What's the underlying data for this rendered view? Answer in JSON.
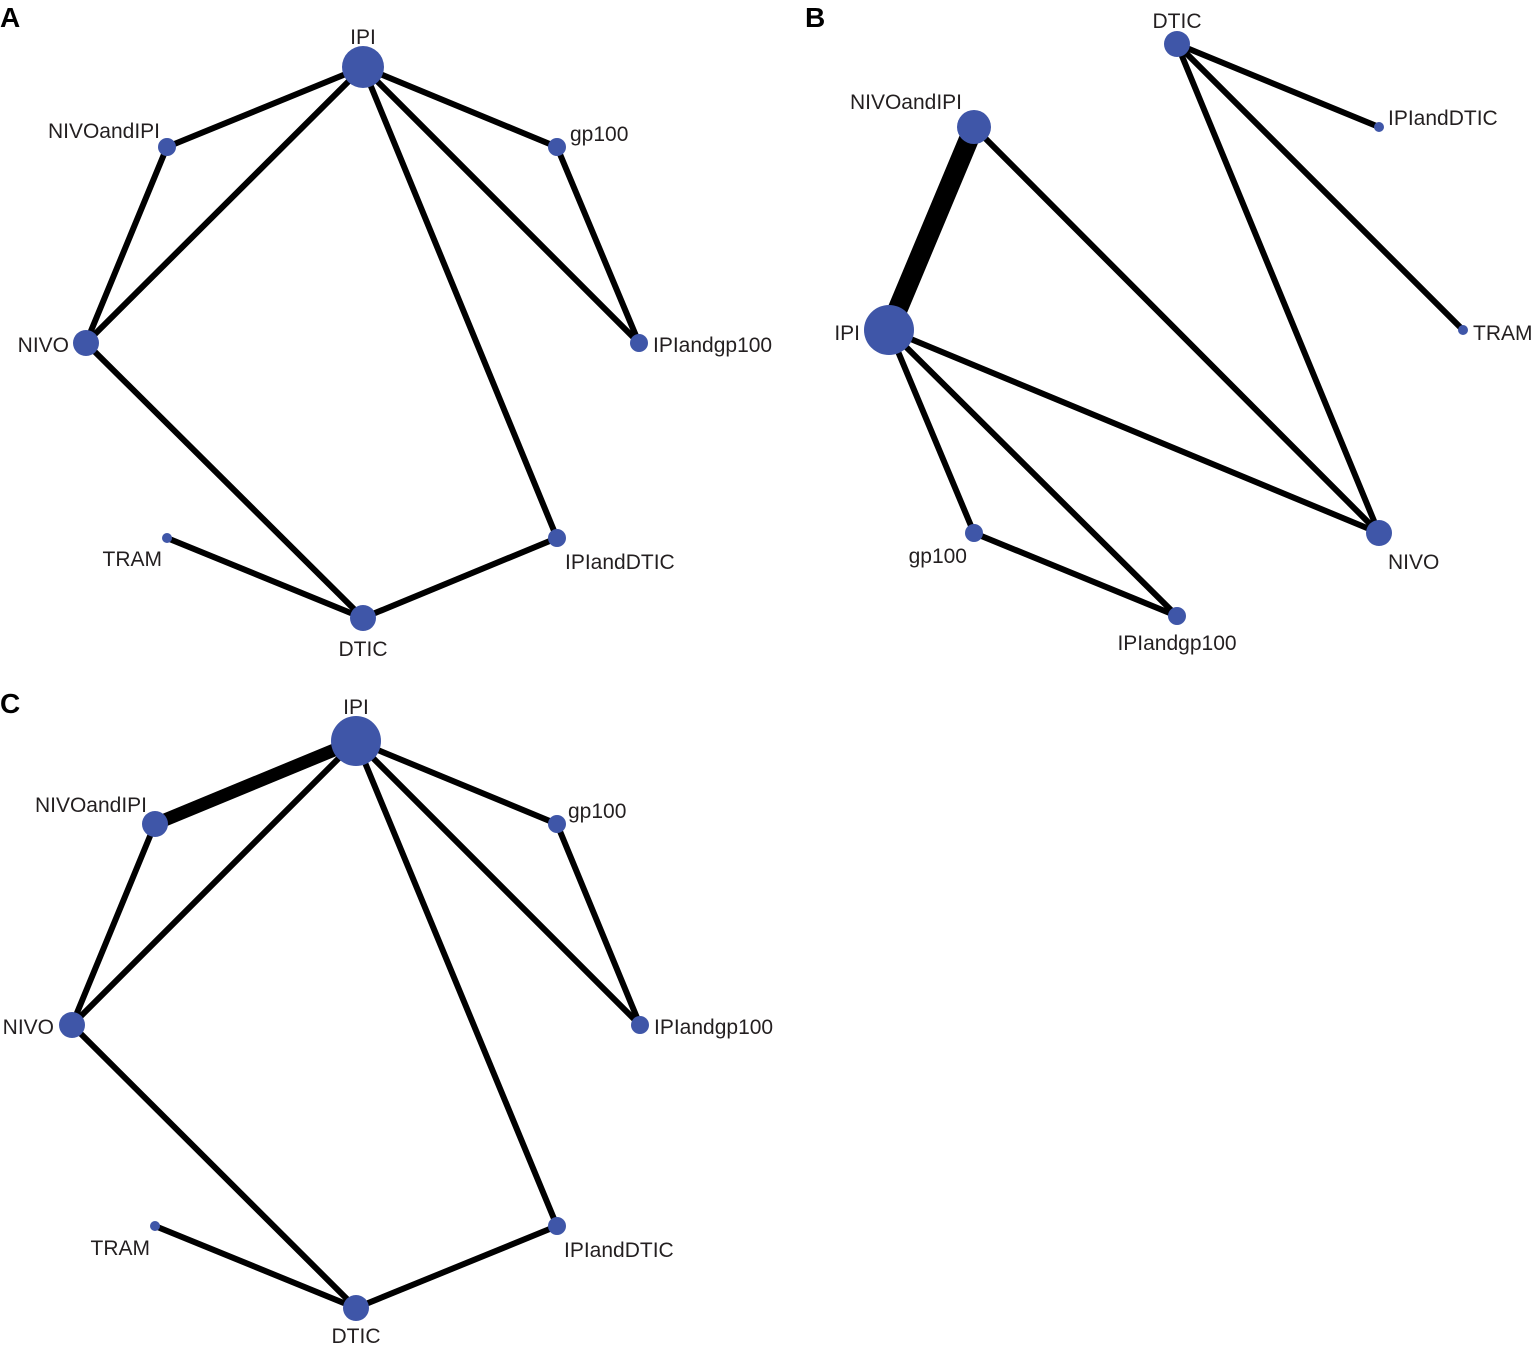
{
  "colors": {
    "node": "#3f56a8",
    "edge": "#000000",
    "text": "#231f20"
  },
  "panels": [
    {
      "label": "A",
      "nodes": [
        "IPI",
        "NIVOandIPI",
        "gp100",
        "NIVO",
        "IPIandgp100",
        "TRAM",
        "IPIandDTIC",
        "DTIC"
      ],
      "edges": [
        [
          "IPI",
          "NIVOandIPI"
        ],
        [
          "IPI",
          "NIVO"
        ],
        [
          "IPI",
          "gp100"
        ],
        [
          "IPI",
          "IPIandgp100"
        ],
        [
          "IPI",
          "IPIandDTIC"
        ],
        [
          "NIVOandIPI",
          "NIVO"
        ],
        [
          "gp100",
          "IPIandgp100"
        ],
        [
          "NIVO",
          "DTIC"
        ],
        [
          "TRAM",
          "DTIC"
        ],
        [
          "IPIandDTIC",
          "DTIC"
        ]
      ]
    },
    {
      "label": "B",
      "nodes": [
        "IPI",
        "NIVOandIPI",
        "gp100",
        "NIVO",
        "IPIandgp100",
        "TRAM",
        "IPIandDTIC",
        "DTIC"
      ],
      "edges": [
        [
          "IPI",
          "NIVOandIPI"
        ],
        [
          "NIVOandIPI",
          "NIVO"
        ],
        [
          "IPI",
          "NIVO"
        ],
        [
          "IPI",
          "gp100"
        ],
        [
          "IPI",
          "IPIandgp100"
        ],
        [
          "gp100",
          "IPIandgp100"
        ],
        [
          "DTIC",
          "IPIandDTIC"
        ],
        [
          "DTIC",
          "TRAM"
        ],
        [
          "DTIC",
          "NIVO"
        ]
      ]
    },
    {
      "label": "C",
      "nodes": [
        "IPI",
        "NIVOandIPI",
        "gp100",
        "NIVO",
        "IPIandgp100",
        "TRAM",
        "IPIandDTIC",
        "DTIC"
      ],
      "edges": [
        [
          "IPI",
          "NIVOandIPI"
        ],
        [
          "IPI",
          "NIVO"
        ],
        [
          "IPI",
          "gp100"
        ],
        [
          "IPI",
          "IPIandgp100"
        ],
        [
          "IPI",
          "IPIandDTIC"
        ],
        [
          "NIVOandIPI",
          "NIVO"
        ],
        [
          "gp100",
          "IPIandgp100"
        ],
        [
          "NIVO",
          "DTIC"
        ],
        [
          "TRAM",
          "DTIC"
        ],
        [
          "IPIandDTIC",
          "DTIC"
        ]
      ]
    }
  ]
}
